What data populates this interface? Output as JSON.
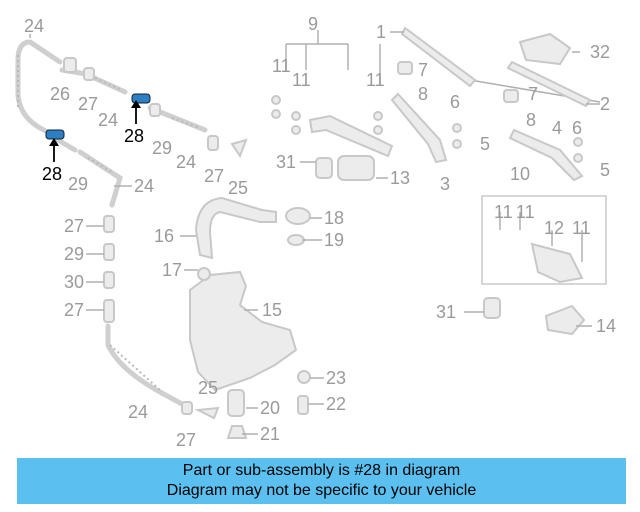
{
  "diagram": {
    "labels": {
      "l1": "1",
      "l2": "2",
      "l3": "3",
      "l4": "4",
      "l5a": "5",
      "l5b": "5",
      "l6a": "6",
      "l6b": "6",
      "l7a": "7",
      "l7b": "7",
      "l8a": "8",
      "l8b": "8",
      "l9": "9",
      "l10": "10",
      "l11a": "11",
      "l11b": "11",
      "l11c": "11",
      "l11d": "11",
      "l11e": "11",
      "l11f": "11",
      "l12": "12",
      "l13": "13",
      "l14": "14",
      "l15": "15",
      "l16": "16",
      "l17": "17",
      "l18": "18",
      "l19": "19",
      "l20": "20",
      "l21": "21",
      "l22": "22",
      "l23": "23",
      "l24a": "24",
      "l24b": "24",
      "l24c": "24",
      "l24d": "24",
      "l24e": "24",
      "l25a": "25",
      "l25b": "25",
      "l26": "26",
      "l27a": "27",
      "l27b": "27",
      "l27c": "27",
      "l27d": "27",
      "l27e": "27",
      "l28a": "28",
      "l28b": "28",
      "l29a": "29",
      "l29b": "29",
      "l29c": "29",
      "l30": "30",
      "l31a": "31",
      "l31b": "31",
      "l32": "32"
    },
    "highlight_color": "#1a8fd6"
  },
  "banner": {
    "line1": "Part or sub-assembly is #28 in diagram",
    "line2": "Diagram may not be specific to your vehicle",
    "color": "#5bc0f0"
  }
}
